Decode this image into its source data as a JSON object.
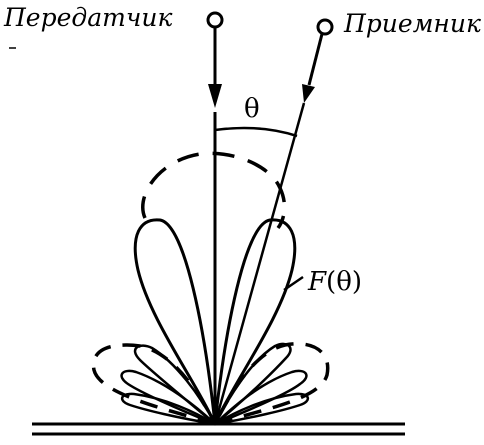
{
  "labels": {
    "transmitter": "Передатчик",
    "receiver": "Приемник",
    "angle": "θ",
    "pattern_prefix": "F",
    "pattern_arg": "(θ)"
  },
  "colors": {
    "ink": "#000000",
    "background": "#ffffff"
  }
}
